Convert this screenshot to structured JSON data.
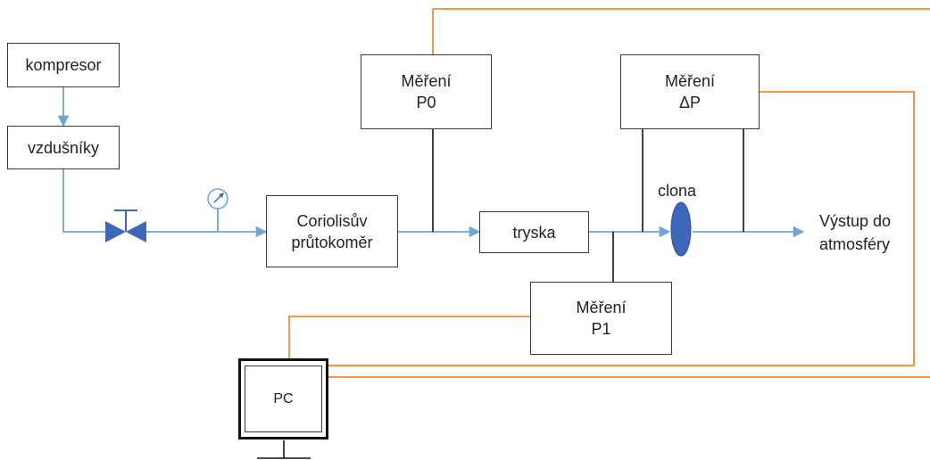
{
  "colors": {
    "flow_line": "#6ea6d8",
    "signal_line": "#ee8a3c",
    "component_fill": "#3d67b8",
    "box_border": "#3a3a3a",
    "wire": "#111111"
  },
  "nodes": {
    "compressor": {
      "label": "kompresor"
    },
    "air_tanks": {
      "label": "vzdušníky"
    },
    "coriolis": {
      "line1": "Coriolisův",
      "line2": "průtokoměr"
    },
    "nozzle": {
      "label": "tryska"
    },
    "p0": {
      "line1": "Měření",
      "line2": "P0"
    },
    "dp": {
      "line1": "Měření",
      "line2": "ΔP"
    },
    "p1": {
      "line1": "Měření",
      "line2": "P1"
    },
    "orifice_label": "clona",
    "outlet": {
      "line1": "Výstup do",
      "line2": "atmosféry"
    },
    "pc": {
      "label": "PC"
    }
  },
  "icons": {
    "valve": "valve-icon",
    "gauge": "pressure-gauge-icon",
    "orifice": "orifice-plate-icon"
  }
}
